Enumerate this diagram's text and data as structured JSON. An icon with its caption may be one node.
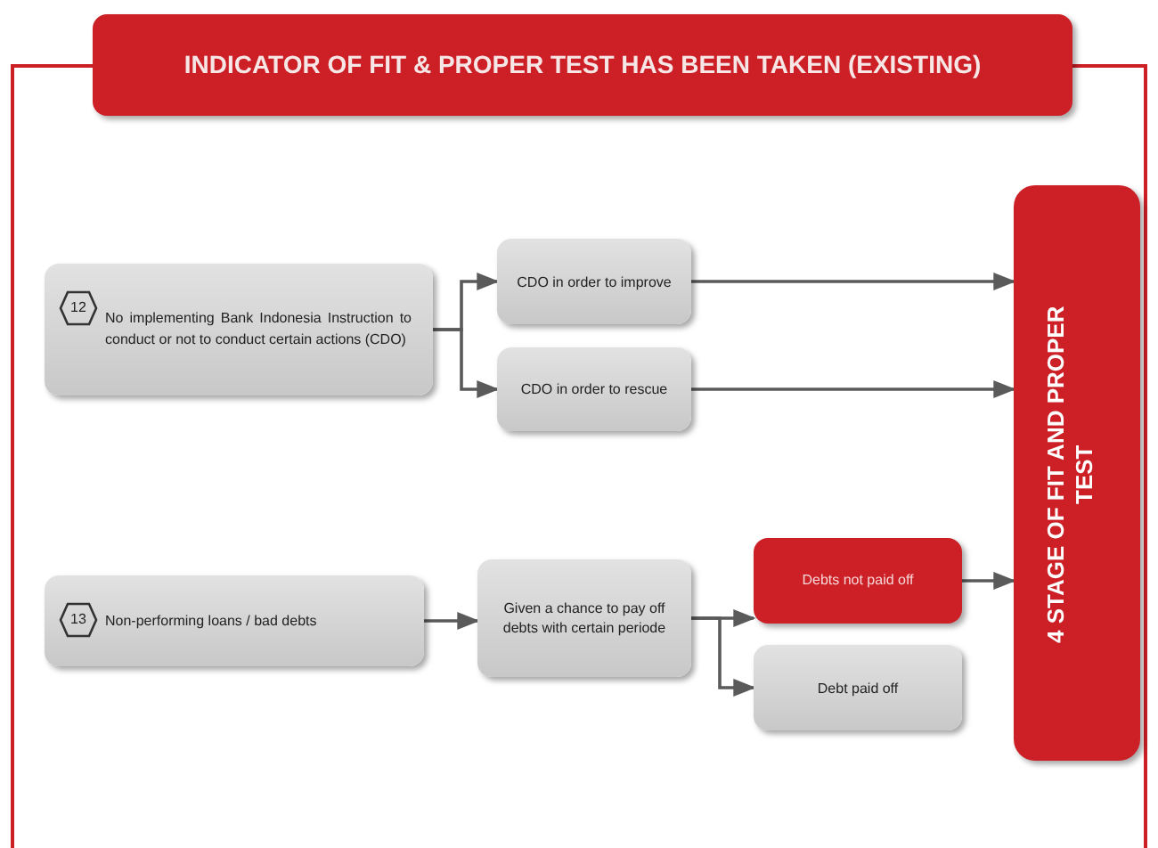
{
  "diagram": {
    "title": "INDICATOR OF FIT & PROPER TEST HAS BEEN TAKEN (EXISTING)",
    "nodes": [
      {
        "text": [
          "No implementing Bank Indonesia Instruction to conduct or not to conduct certain actions (CDO)"
        ]
      },
      {
        "text": [
          "12"
        ],
        "in": 0
      },
      {
        "text": [
          "CDO in order to improve"
        ]
      },
      {
        "text": [
          "CDO in order to rescue"
        ]
      },
      {
        "text": [
          "4 STAGE OF FIT AND PROPER TEST"
        ]
      },
      {
        "text": [
          "Non-performing loans / bad debts"
        ]
      },
      {
        "text": [
          "13"
        ],
        "in": 5
      },
      {
        "text": [
          "Given a chance to pay off debts with certain periode"
        ]
      },
      {
        "text": [
          "Debts not paid off"
        ]
      },
      {
        "text": [
          "Debt paid off"
        ]
      }
    ],
    "edges": [
      {
        "from": 0,
        "to": 2,
        "arrow": "to"
      },
      {
        "from": 0,
        "to": 3,
        "arrow": "to"
      },
      {
        "from": 2,
        "to": 4,
        "arrow": "to"
      },
      {
        "from": 3,
        "to": 4,
        "arrow": "to"
      },
      {
        "from": 5,
        "to": 7,
        "arrow": "to"
      },
      {
        "from": 7,
        "to": 8,
        "arrow": "to"
      },
      {
        "from": 7,
        "to": 9,
        "arrow": "to"
      },
      {
        "from": 8,
        "to": 4,
        "arrow": "to"
      }
    ]
  }
}
